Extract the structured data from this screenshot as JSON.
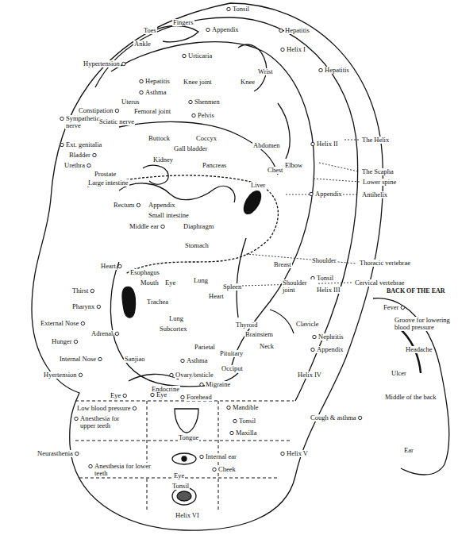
{
  "diagram": {
    "labels": [
      "Tonsil",
      "Fingers",
      "Toes",
      "Appendix",
      "Hepatitis",
      "Ankle",
      "Helix I",
      "Urticaria",
      "Hypertension",
      "Wrist",
      "Hepatitis",
      "Hepatitis",
      "Knee joint",
      "Knee",
      "Asthma",
      "Uterus",
      "Shenmen",
      "Constipation",
      "Femoral joint",
      "Pelvis",
      "Sympathetic nerve",
      "Sciatic nerve",
      "Buttock",
      "Coccyx",
      "The Helix",
      "Gall bladder",
      "Ext. genitalia",
      "Helix II",
      "Abdomen",
      "Bladder",
      "Kidney",
      "Elbow",
      "Chest",
      "Urethra",
      "Pancreas",
      "The Scapha",
      "Prostate",
      "Lower spine",
      "Large intestine",
      "Liver",
      "Appendix",
      "Antihelix",
      "Rectum",
      "Appendix",
      "Small intestine",
      "Middle ear",
      "Diaphragm",
      "Stomach",
      "Breast",
      "Shoulder",
      "Thoracic vertebrae",
      "Heart",
      "Esophagus",
      "Tonsil",
      "Mouth",
      "Eye",
      "Lung",
      "Cervical vertebrae",
      "Spleen",
      "Shoulder joint",
      "Thirst",
      "Heart",
      "Helix III",
      "BACK OF THE EAR",
      "Pharynx",
      "Trachea",
      "Fever",
      "Lung",
      "External Nose",
      "Groove for lowering blood pressure",
      "Thyroid",
      "Clavicle",
      "Subcortex",
      "Adrenal",
      "Brainstem",
      "Nephritis",
      "Hunger",
      "Neck",
      "Appendix",
      "Parietal",
      "Headache",
      "Pituitary",
      "Internal Nose",
      "Sanjiao",
      "Asthma",
      "Occiput",
      "Hyertension",
      "Ovary/testicle",
      "Ulcer",
      "Helix IV",
      "Endocrine",
      "Migraine",
      "Eye",
      "Eye",
      "Forehead",
      "Middle of the back",
      "Low blood pressure",
      "Mandible",
      "Anesthesia for upper teeth",
      "Cough & asthma",
      "Tonsil",
      "Tongue",
      "Maxilla",
      "Neurasthenia",
      "Helix V",
      "Internal ear",
      "Anesthesia for lower teeth",
      "Cheek",
      "Eye",
      "Ear",
      "Tonsil",
      "Helix VI"
    ]
  }
}
